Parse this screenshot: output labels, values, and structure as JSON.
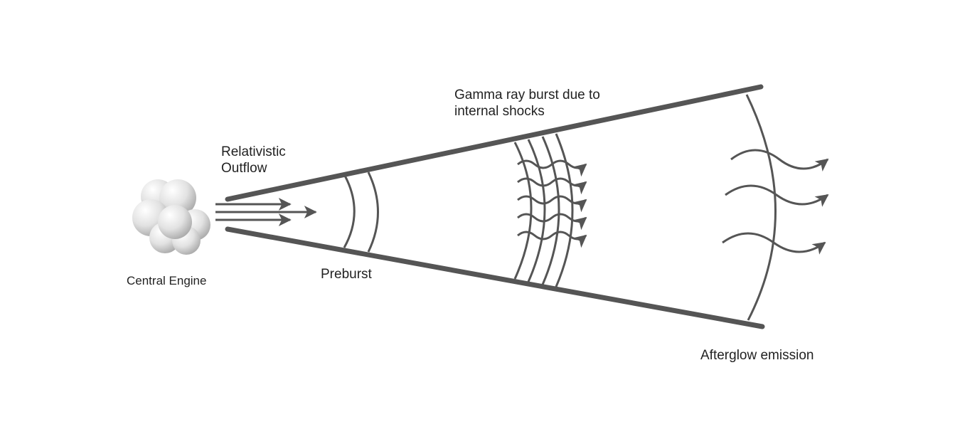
{
  "diagram": {
    "labels": {
      "central_engine": "Central Engine",
      "relativistic_outflow": [
        "Relativistic",
        "Outflow"
      ],
      "preburst": "Preburst",
      "gamma_ray_burst": [
        "Gamma ray burst due to",
        "internal shocks"
      ],
      "afterglow": "Afterglow emission"
    },
    "colors": {
      "stroke": "#555555",
      "text": "#222222",
      "engine_fill": "#d8d8d8"
    },
    "icons": {
      "engine": "cloud-cluster-icon",
      "arrow": "arrow-right-icon",
      "wave": "wavy-arrow-icon"
    }
  }
}
